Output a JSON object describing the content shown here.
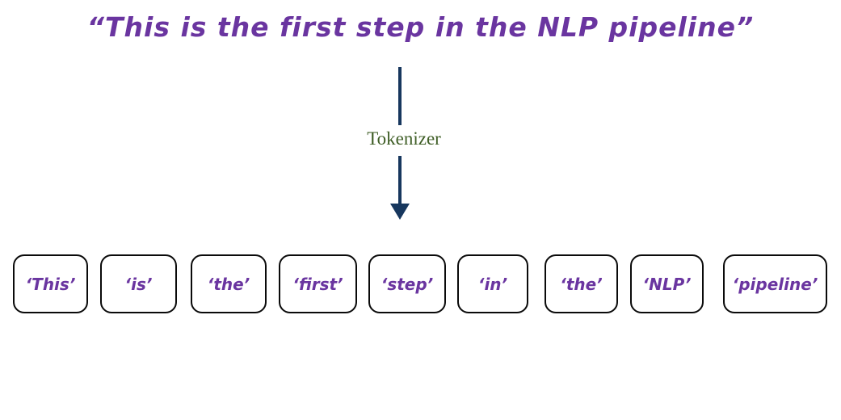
{
  "title": "“This is the first step in the NLP pipeline”",
  "arrow": {
    "label": "Tokenizer"
  },
  "tokens": [
    {
      "label": "‘This’"
    },
    {
      "label": "‘is’"
    },
    {
      "label": "‘the’"
    },
    {
      "label": "‘first’"
    },
    {
      "label": "‘step’"
    },
    {
      "label": "‘in’"
    },
    {
      "label": "‘the’"
    },
    {
      "label": "‘NLP’"
    },
    {
      "label": "‘pipeline’"
    }
  ],
  "colors": {
    "background": "#ffffff",
    "title_purple": "#6a35a0",
    "arrow_navy": "#17375e",
    "label_green": "#3f5e26",
    "box_border": "#0a0a0a"
  }
}
